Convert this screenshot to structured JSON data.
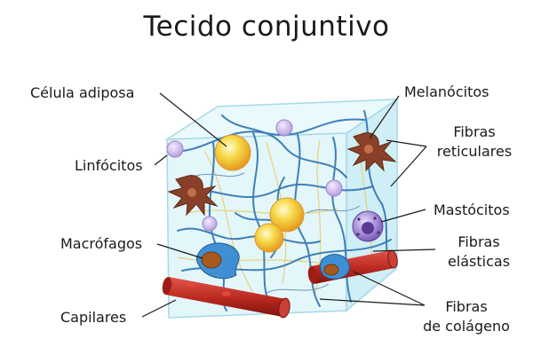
{
  "title": "Tecido conjuntivo",
  "labels": {
    "celula_adiposa": "Célula adiposa",
    "linfocitos": "Linfócitos",
    "macrofagos": "Macrófagos",
    "capilares": "Capilares",
    "melanocitos": "Melanócitos",
    "fibras_reticulares_1": "Fibras",
    "fibras_reticulares_2": "reticulares",
    "mastocitos": "Mastócitos",
    "fibras_elasticas_1": "Fibras",
    "fibras_elasticas_2": "elásticas",
    "fibras_colageno_1": "Fibras",
    "fibras_colageno_2": "de colágeno"
  },
  "colors": {
    "cube_face": "#d6f1f7",
    "cube_edge": "#a6d9e8",
    "fiber_blue": "#3f7fb8",
    "fiber_yellow": "#e6d27a",
    "fat_cell": "#f5c83a",
    "capillary": "#c0392b",
    "melanocyte": "#8a4028",
    "lymphocyte": "#c9b7ea",
    "mast_cell": "#8f70c8",
    "macrophage": "#3f8fd4"
  },
  "icons": [
    "fat-cell-icon",
    "lymphocyte-icon",
    "melanocyte-icon",
    "macrophage-icon",
    "mast-cell-icon",
    "capillary-icon"
  ]
}
